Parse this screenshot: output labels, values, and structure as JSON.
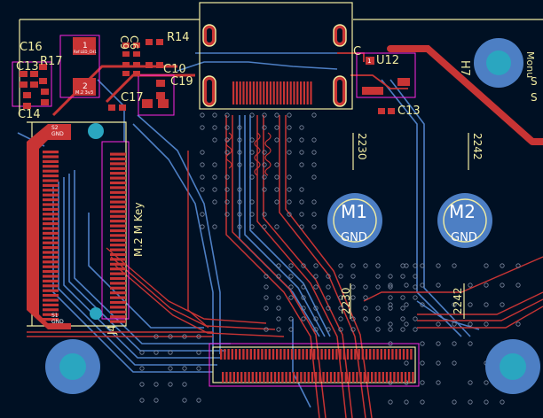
{
  "view": {
    "background": "#001023"
  },
  "colors": {
    "front_copper": "#c83434",
    "back_copper": "#4d7fc4",
    "silkscreen": "#f2eda1",
    "pad_highlight": "#c2c2c2",
    "courtyard": "#ff26e2",
    "via": "#c8c8c8",
    "hole": "#2aa6c0",
    "mounting_ring": "#4d7fc4"
  },
  "references": {
    "c16": "C16",
    "c13_left": "C13",
    "r17": "R17",
    "c14": "C14",
    "c6": "C6",
    "c9": "C9",
    "r14": "R14",
    "c10": "C10",
    "c19": "C19",
    "c17": "C17",
    "u12": "U12",
    "c13_right": "C13",
    "h7": "H7",
    "j4": "J4",
    "m1": "M1",
    "m2": "M2",
    "c_partial": "C"
  },
  "labels": {
    "m2_key": "M.2 M Key",
    "size_2230_top": "2230",
    "size_2242_top": "2242",
    "size_2230_bottom": "2230",
    "size_2242_bottom": "2242",
    "gnd_m1": "GND",
    "gnd_m2": "GND",
    "led1_marker": "1",
    "led2_marker": "2",
    "led1_small": "Ref:LED_CH1",
    "led2_small": "M.2 3v3",
    "edge_text_1": "Monu",
    "edge_text_2": "S",
    "edge_text_3": "S",
    "connector_pin_s2": "S2",
    "connector_pin_gnd_top": "GND",
    "connector_pin_s1": "S1",
    "connector_pin_gnd_bottom": "GND",
    "u12_pin1": "1"
  }
}
